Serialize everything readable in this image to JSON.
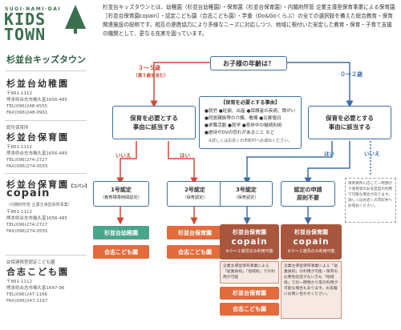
{
  "logo": {
    "small": "SUGI·NAMI·DAI",
    "line1": "KIDS",
    "line2": "TOWN"
  },
  "brand": "杉並台キッズタウン",
  "facilities": [
    {
      "name": "杉並台幼稚園",
      "lines": [
        "〒861-1112",
        "熊本県合志市幾久富1656-485",
        "TEL(096)248-4555",
        "FAX(096)248-0961"
      ]
    },
    {
      "sub": "認可保育所",
      "name": "杉並台保育園",
      "lines": [
        "〒861-1112",
        "熊本県合志市幾久富1656-485",
        "TEL(096)274-2727",
        "FAX(096)274-0555"
      ]
    },
    {
      "name": "杉並台保育園",
      "tag": "【コパン】",
      "copain": "copain",
      "sub2": "〔内閣府所管 企業主導型保育事業〕",
      "lines": [
        "〒861-1112",
        "熊本県合志市幾久富1656-485",
        "TEL(096)274-2727",
        "FAX(096)274-0555"
      ]
    },
    {
      "sub": "幼保連携型認定こども園",
      "name": "合志こども園",
      "lines": [
        "〒861-1112",
        "熊本県合志市幾久富1647-96",
        "TEL(096)247-1166",
        "FAX(096)247-1167"
      ]
    }
  ],
  "intro": "杉並台キッズタウンとは、幼稚園（杉並台幼稚園）・保育園（杉並台保育園）・内閣府所管 企業主導型保育事業による保育園［杉並台保育園copain］・認定こども園（合志こども園）・学童（Do&Goくらぶ）の全ての選択肢を備えた総合教育・保育関連施設の総称です。相互の連携協力により多様なニーズに対応しつつ、地域に根付いた安定した教育・保育・子育て支援の機関として、更なる充実を図っています。",
  "diagram": {
    "question": "お子様の年齢は？",
    "age_older": "３〜５歳",
    "age_older_note": "（満３歳を含む）",
    "age_younger": "０〜２歳",
    "need_left": [
      "保育を必要とする",
      "事由に該当する"
    ],
    "need_right": [
      "保育を必要とする",
      "事由に該当する"
    ],
    "reasons_title": "【保育を必要とする事由】",
    "reasons": [
      "●就労 ●妊娠、出産 ●保護者の疾病、障がい",
      "●同居親族等の介護、看護 ●災害復旧",
      "●求職活動 ●就学 ●育休中の継続利用",
      "●虐待やDVの恐れがあること など"
    ],
    "reasons_note": "※詳しくはお近くの市町村へお尋ねください。",
    "no": "いいえ",
    "yes": "はい",
    "no2": "いいえ",
    "yes2": "はい",
    "cert1": "1号認定",
    "cert1_sub": "（教育標準時間認定）",
    "cert2": "2号認定",
    "cert2_sub": "（保育認定）",
    "cert3": "3号認定",
    "cert3_sub": "（保育認定）",
    "cert_none": [
      "認定の申請",
      "原則不要"
    ],
    "dashed_note": "保育要件に応じて一時預かり保育等のお支度型の利用で可能な場合があります。詳しくはお近くの市町村へお尋ねください。",
    "kindergarten": "杉並台幼稚園",
    "nursery": "杉並台保育園",
    "kodomoen_a": "合志こども園",
    "kodomoen_b": "合志こども園",
    "kodomoen_c": "合志こども園",
    "copain_left_name": "杉並台保育園",
    "copain_left": "copain",
    "copain_left_note": "※０〜２歳児のみ利用可能",
    "copain_left_detail": "企業主導型保育事業による「従業員枠」「地域枠」での利用が可能",
    "copain_right_name": "杉並台保育園",
    "copain_right": "copain",
    "copain_right_note": "※０〜２歳児のみ利用可能",
    "copain_right_detail": "企業主導型保育事業による「従業員枠」の利用が可能・保育の必要性認定がない方も「地域枠」での一時預かり等の利用が可能な場合もあります。お気軽にお問い合わせください。",
    "nursery_3": "杉並台保育園",
    "kodomoen_3": "合志こども園",
    "colors": {
      "blue": "#3f6fa8",
      "green": "#4aa58d",
      "orange": "#e36b3c",
      "brown": "#a8573e",
      "red_arrow": "#d04a35"
    }
  }
}
